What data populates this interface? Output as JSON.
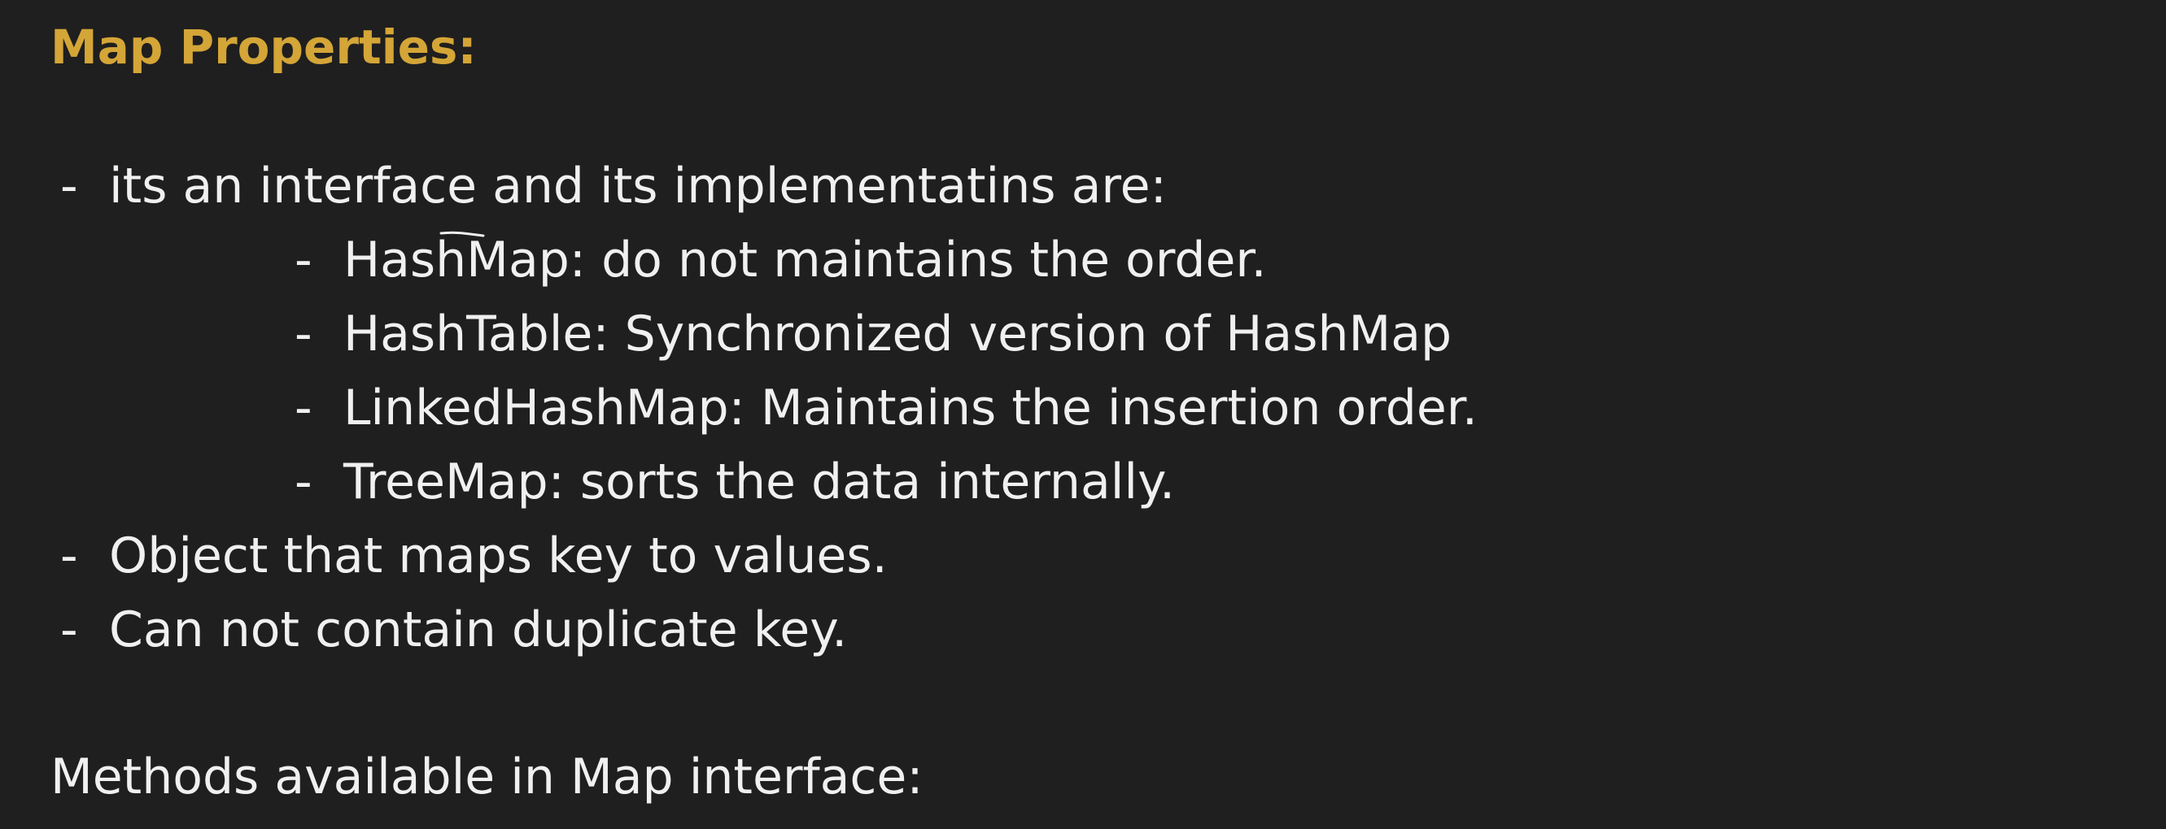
{
  "heading": "Map Properties:",
  "dash": "-",
  "bullets": [
    {
      "text": "its an interface and its implementatins are:",
      "level": 1
    },
    {
      "text": "HashMap: do not maintains the order.",
      "level": 2
    },
    {
      "text": "HashTable: Synchronized version of HashMap",
      "level": 2
    },
    {
      "text": "LinkedHashMap: Maintains the insertion order.",
      "level": 2
    },
    {
      "text": "TreeMap: sorts the data internally.",
      "level": 2
    },
    {
      "text": "Object that maps key to values.",
      "level": 1
    },
    {
      "text": "Can not contain duplicate key.",
      "level": 1
    }
  ],
  "methods_heading": "Methods available in Map interface:",
  "colors": {
    "background": "#1f1f1f",
    "heading": "#d4a537",
    "text": "#f0f0f0"
  }
}
